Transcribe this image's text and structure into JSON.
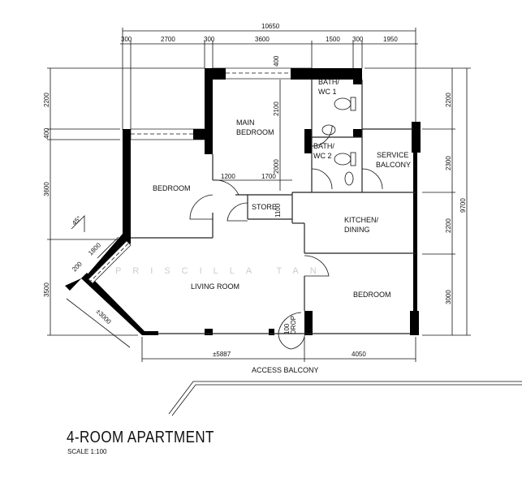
{
  "plan": {
    "title": "4-ROOM APARTMENT",
    "scale": "SCALE 1:100",
    "watermark": "PRISCILLA TAN",
    "rooms": {
      "main_bedroom_1": "MAIN",
      "main_bedroom_2": "BEDROOM",
      "bath1_1": "BATH/",
      "bath1_2": "WC 1",
      "bath2_1": "BATH/",
      "bath2_2": "WC 2",
      "service_1": "SERVICE",
      "service_2": "BALCONY",
      "bedroom_left": "BEDROOM",
      "store": "STORE",
      "kitchen_1": "KITCHEN/",
      "kitchen_2": "DINING",
      "living": "LIVING ROOM",
      "bedroom_right": "BEDROOM",
      "access_balcony": "ACCESS BALCONY",
      "drop_1": "100",
      "drop_2": "DROP"
    },
    "dims_top": {
      "total": "10650",
      "d1": "300",
      "d2": "2700",
      "d3": "300",
      "d4": "3600",
      "d5": "1500",
      "d6": "300",
      "d7": "1950"
    },
    "dims_left": {
      "d1": "2200",
      "d2": "400",
      "d3": "3600",
      "d4": "3500"
    },
    "dims_right": {
      "d1": "2200",
      "d2": "2300",
      "d3": "2200",
      "d4": "3000",
      "total": "9700"
    },
    "dims_bottom": {
      "d1": "±5887",
      "d2": "4050"
    },
    "dims_inner": {
      "main_w1": "400",
      "main_h1": "2100",
      "main_h2": "2000",
      "corr1": "1200",
      "corr2": "1700",
      "store_h": "1100",
      "angle": "45°",
      "bay_w": "1800",
      "bay_d": "200",
      "bay_diag": "±3000"
    }
  }
}
